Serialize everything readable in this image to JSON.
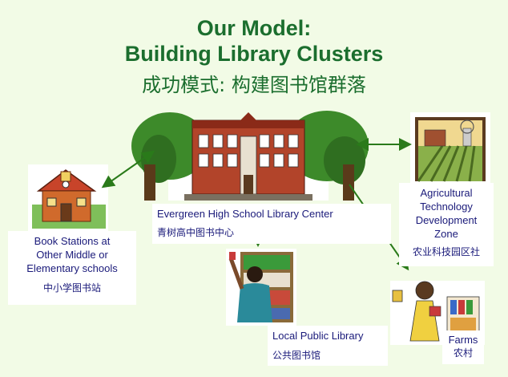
{
  "title": {
    "line1": "Our Model:",
    "line2": "Building Library Clusters",
    "line3": "成功模式: 构建图书馆群落"
  },
  "nodes": {
    "center": {
      "en": "Evergreen High School Library Center",
      "zh": "青树高中图书中心"
    },
    "schools": {
      "en1": "Book Stations at",
      "en2": "Other Middle or",
      "en3": "Elementary schools",
      "zh": "中小学图书站"
    },
    "agri": {
      "en1": "Agricultural",
      "en2": "Technology",
      "en3": "Development",
      "en4": "Zone",
      "zh": "农业科技园区社"
    },
    "public": {
      "en": "Local Public Library",
      "zh": "公共图书馆"
    },
    "farms": {
      "en": "Farms",
      "zh": "农村"
    }
  },
  "colors": {
    "title": "#1b6e2e",
    "text": "#1a1a7a",
    "arrow": "#2a7a1a",
    "background": "#f2fbe6"
  }
}
